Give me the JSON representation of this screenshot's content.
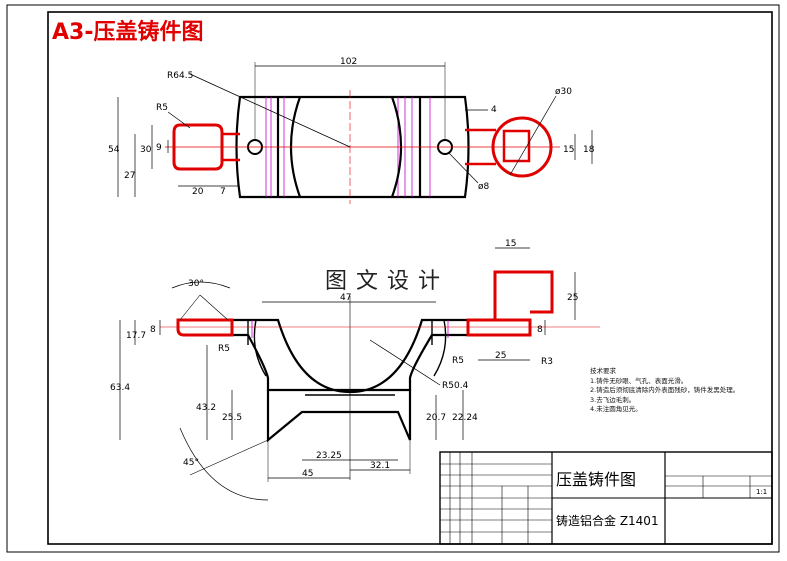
{
  "drawing": {
    "title": "A3-压盖铸件图",
    "watermark": "图文设计",
    "notes": {
      "heading": "技术要求",
      "items": [
        "1.铸件无砂眼、气孔、表面光滑。",
        "2.铸造后须彻底清除内外表面残砂，铸件发黑处理。",
        "3.去飞边毛刺。",
        "4.未注圆角见光。"
      ]
    },
    "title_block": {
      "part_name": "压盖铸件图",
      "material": "铸造铝合金 Z1401",
      "scale": "1:1"
    },
    "dimensions": {
      "top_view": [
        "R64.5",
        "102",
        "R5",
        "4",
        "ø30",
        "54",
        "30",
        "9",
        "27",
        "20",
        "7",
        "15",
        "18",
        "ø8"
      ],
      "front_view": [
        "15",
        "30°",
        "47",
        "25",
        "17.7",
        "8",
        "8",
        "R5",
        "R5",
        "25",
        "R3",
        "63.4",
        "R50.4",
        "43.2",
        "25.5",
        "20.7",
        "22.24",
        "23.25",
        "45",
        "32.1",
        "45°"
      ]
    }
  },
  "colors": {
    "outline": "#000000",
    "highlight": "#e00000",
    "center": "#e00000",
    "hidden": "#cc00cc",
    "dim": "#000000"
  }
}
